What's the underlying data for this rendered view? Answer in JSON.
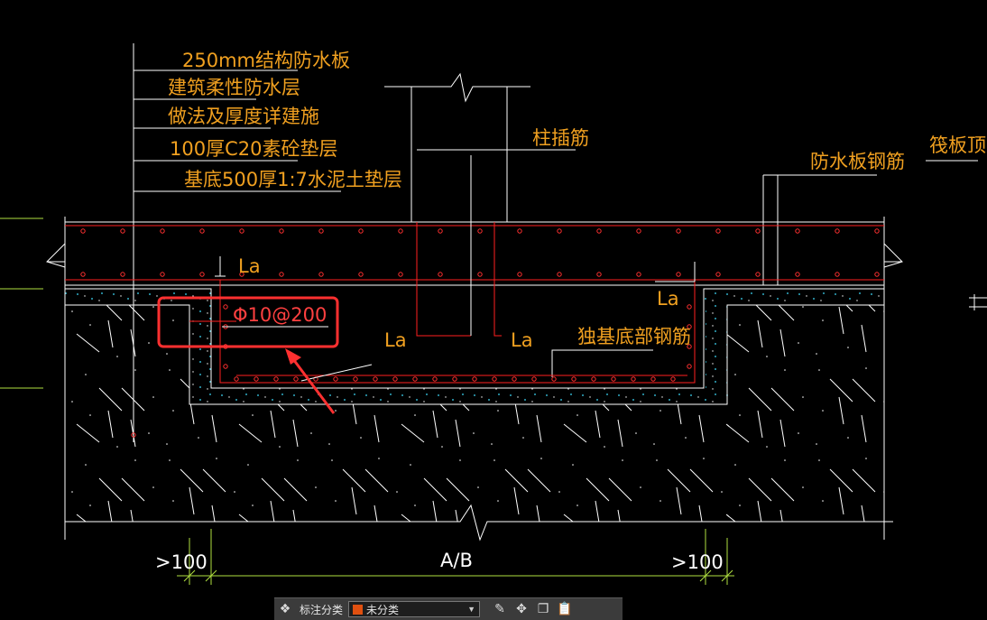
{
  "drawing": {
    "layer_notes": [
      "250mm结构防水板",
      "建筑柔性防水层",
      "做法及厚度详建施",
      "100厚C20素砼垫层",
      "基底500厚1:7水泥土垫层"
    ],
    "callouts": {
      "column_rebar": "柱插筋",
      "slab_rebar": "防水板钢筋",
      "raft_top": "筏板顶面",
      "footing_bottom_rebar": "独基底部钢筋"
    },
    "highlighted_spec": "Φ10@200",
    "anchorage_labels": [
      "La",
      "La",
      "La",
      "La"
    ],
    "dimensions": {
      "left": ">100",
      "center": "A/B",
      "right": ">100"
    },
    "colors": {
      "background": "#000000",
      "rebar": "#ff2020",
      "text": "#f0a020",
      "outline": "#ffffff",
      "dimension": "#b0e040",
      "highlight": "#ff3030"
    }
  },
  "toolbar": {
    "icon_left": "layers-icon",
    "category_label": "标注分类",
    "category_value": "未分类",
    "swatch_color": "#e05010",
    "icons": [
      "edit-icon",
      "move-icon",
      "copy-icon",
      "paste-icon"
    ]
  }
}
